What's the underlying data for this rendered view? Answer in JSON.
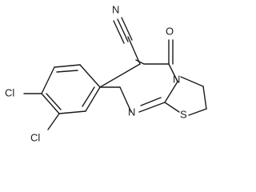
{
  "atoms": {
    "nitrogen_nitrile": "N",
    "oxygen": "O",
    "nitrogen_ring": "N",
    "nitrogen_imine": "N",
    "sulfur": "S",
    "chlorine_top": "Cl",
    "chlorine_bottom": "Cl"
  }
}
